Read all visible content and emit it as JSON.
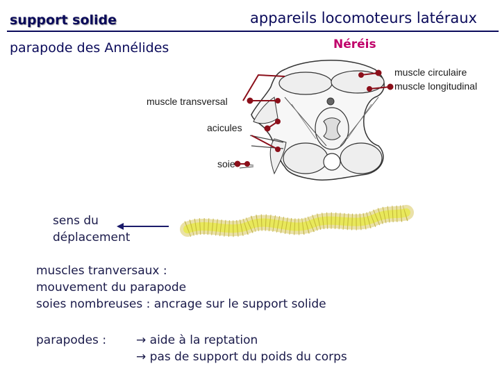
{
  "header": {
    "title_left": "support solide",
    "title_right": "appareils locomoteurs latéraux"
  },
  "subtitle": "parapode des Annélides",
  "species": "Néréis",
  "labels": {
    "muscle_circulaire": "muscle circulaire",
    "muscle_longitudinal": "muscle longitudinal",
    "muscle_transversal": "muscle transversal",
    "acicules": "acicules",
    "soie": "soie"
  },
  "direction": {
    "line1": "sens du",
    "line2": "déplacement"
  },
  "text": {
    "line1": "muscles tranversaux :",
    "line2": "mouvement du parapode",
    "line3": "soies nombreuses : ancrage sur le support solide"
  },
  "parapodes": {
    "label": "parapodes :",
    "item1": "→ aide à la reptation",
    "item2": "→ pas de support du poids du corps"
  },
  "colors": {
    "title": "#0a0a5a",
    "accent": "#c0006a",
    "pointer": "#8b0f1a",
    "worm_body": "#e8e85a"
  }
}
